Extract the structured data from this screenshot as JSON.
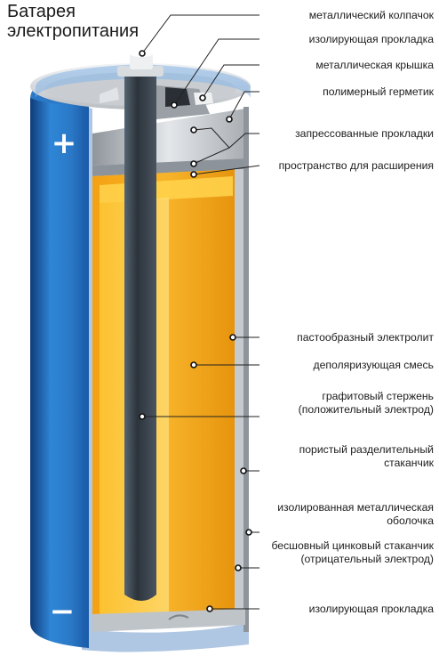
{
  "title": [
    "Батарея",
    "электропитания"
  ],
  "symbols": {
    "plus": "+",
    "minus": "−"
  },
  "colors": {
    "casing_blue": "#2a7fd0",
    "casing_blue_dark": "#103f80",
    "electrolyte_orange": "#f5a516",
    "electrolyte_light": "#ffcf3c",
    "rod_dark": "#3d4650",
    "metal_gray": "#c2c6ca",
    "leader_line": "#222222"
  },
  "labels": [
    {
      "id": "metal-cap",
      "lines": [
        "металлический колпачок"
      ]
    },
    {
      "id": "insulating-gasket-top",
      "lines": [
        "изолирующая прокладка"
      ]
    },
    {
      "id": "metal-lid",
      "lines": [
        "металлическая крышка"
      ]
    },
    {
      "id": "polymer-sealant",
      "lines": [
        "полимерный герметик"
      ]
    },
    {
      "id": "pressed-gaskets",
      "lines": [
        "запрессованные прокладки"
      ]
    },
    {
      "id": "expansion-space",
      "lines": [
        "пространство для расширения"
      ]
    },
    {
      "id": "paste-electrolyte",
      "lines": [
        "пастообразный электролит"
      ]
    },
    {
      "id": "depolarizing-mix",
      "lines": [
        "деполяризующая смесь"
      ]
    },
    {
      "id": "graphite-rod",
      "lines": [
        "графитовый стержень",
        "(положительный электрод)"
      ]
    },
    {
      "id": "porous-separator",
      "lines": [
        "пористый разделительный",
        "стаканчик"
      ]
    },
    {
      "id": "insulated-shell",
      "lines": [
        "изолированная металлическая",
        "оболочка"
      ]
    },
    {
      "id": "zinc-cup",
      "lines": [
        "бесшовный цинковый стаканчик",
        "(отрицательный электрод)"
      ]
    },
    {
      "id": "insulating-gasket-bottom",
      "lines": [
        "изолирующая прокладка"
      ]
    }
  ]
}
